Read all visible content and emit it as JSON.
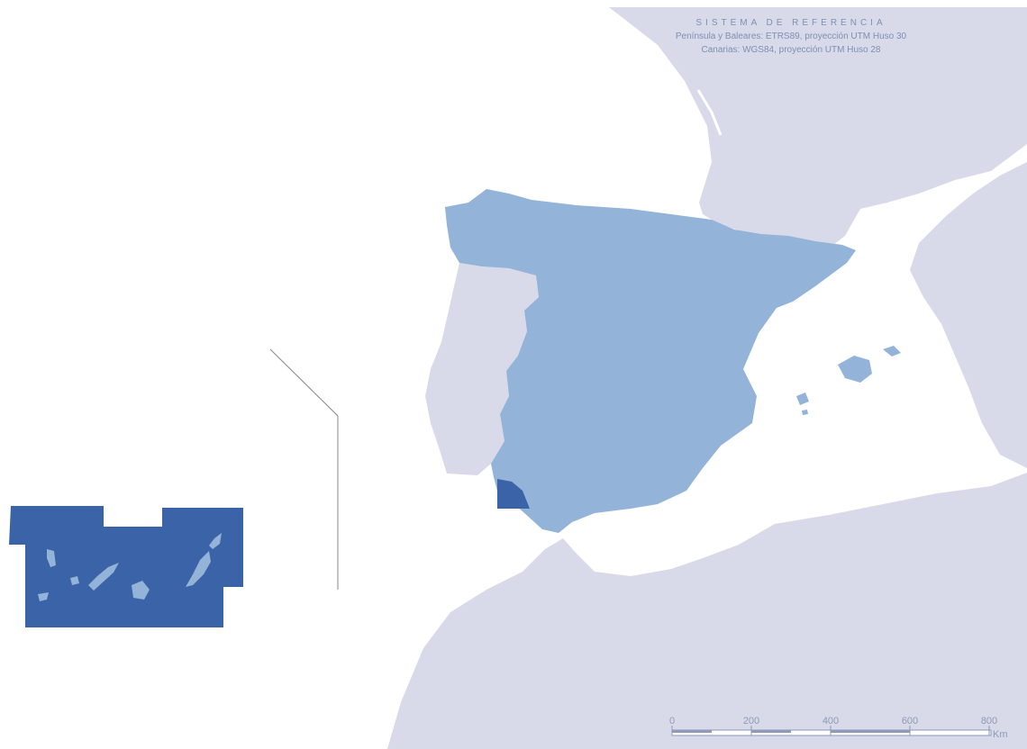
{
  "reference": {
    "title": "SISTEMA DE REFERENCIA",
    "line1": "Península y Baleares: ETRS89, proyección UTM Huso 30",
    "line2": "Canarias: WGS84, proyección UTM Huso 28"
  },
  "scale": {
    "ticks": [
      "0",
      "200",
      "400",
      "600",
      "800"
    ],
    "unit": "Km"
  },
  "colors": {
    "sea": "#ffffff",
    "other_land": "#d8dae9",
    "spain": "#93b3d8",
    "highlight": "#3a63a8",
    "canary_box": "#3a63a8",
    "canary_islands": "#93b3d8"
  }
}
